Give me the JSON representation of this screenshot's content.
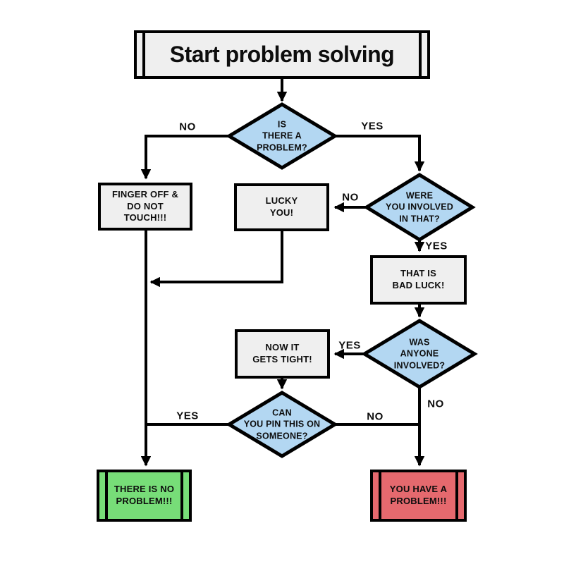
{
  "title": "Start problem solving",
  "colors": {
    "background": "#ffffff",
    "stroke": "#000000",
    "text": "#0d0d0d",
    "process_fill": "#efefef",
    "decision_fill": "#b3d7f2",
    "success_fill": "#77dd78",
    "danger_fill": "#e5696e"
  },
  "nodes": {
    "start": {
      "type": "terminator",
      "label": "Start problem solving"
    },
    "is_problem": {
      "type": "decision",
      "label": "IS\nTHERE A\nPROBLEM?"
    },
    "finger_off": {
      "type": "process",
      "label": "FINGER OFF &\nDO NOT\nTOUCH!!!"
    },
    "lucky_you": {
      "type": "process",
      "label": "LUCKY\nYOU!"
    },
    "were_involved": {
      "type": "decision",
      "label": "WERE\nYOU INVOLVED\nIN THAT?"
    },
    "bad_luck": {
      "type": "process",
      "label": "THAT IS\nBAD LUCK!"
    },
    "anyone_involved": {
      "type": "decision",
      "label": "WAS\nANYONE\nINVOLVED?"
    },
    "gets_tight": {
      "type": "process",
      "label": "NOW IT\nGETS TIGHT!"
    },
    "pin_on_someone": {
      "type": "decision",
      "label": "CAN\nYOU PIN THIS ON\nSOMEONE?"
    },
    "no_problem": {
      "type": "terminator_success",
      "label": "THERE IS NO\nPROBLEM!!!"
    },
    "have_problem": {
      "type": "terminator_danger",
      "label": "YOU HAVE A\nPROBLEM!!!"
    }
  },
  "edge_labels": {
    "is_problem_no": "NO",
    "is_problem_yes": "YES",
    "were_involved_no": "NO",
    "were_involved_yes": "YES",
    "anyone_involved_yes": "YES",
    "anyone_involved_no": "NO",
    "pin_on_someone_yes": "YES",
    "pin_on_someone_no": "NO"
  }
}
